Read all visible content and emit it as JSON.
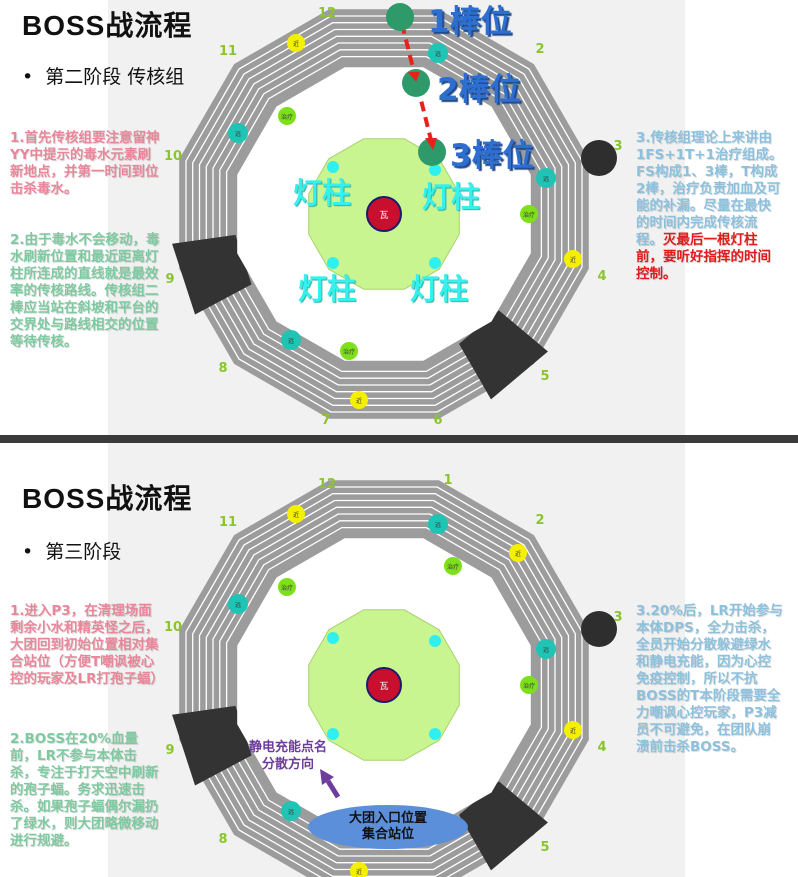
{
  "slide1": {
    "title": "BOSS战流程",
    "bullet": "第二阶段 传核组",
    "note1": "1.首先传核组要注意留神YY中提示的毒水元素刷新地点，并第一时间到位击杀毒水。",
    "note2": "2.由于毒水不会移动，毒水刷新位置和最近距离灯柱所连成的直线就是最效率的传核路线。传核组二棒应当站在斜坡和平台的交界处与路线相交的位置等待传核。",
    "note3": "3.传核组理论上来讲由1FS+1T+1治疗组成。FS构成1、3棒，T构成2棒，治疗负责加血及可能的补漏。尽量在最快的时间内完成传核流程。",
    "note3_red": "灭最后一根灯柱前，要听好指挥的时间控制。",
    "positions": [
      "1棒位",
      "2棒位",
      "3棒位"
    ],
    "lamp": "灯柱"
  },
  "slide2": {
    "title": "BOSS战流程",
    "bullet": "第三阶段",
    "note1": "1.进入P3，在清理场面剩余小水和精英怪之后，大团回到初始位置相对集合站位（方便T嘲讽被心控的玩家及LR打孢子蝠）",
    "note2": "2.BOSS在20%血量前，LR不参与本体击杀，专注于打天空中刷新的孢子蝠。务求迅速击杀。如果孢子蝠偶尔漏扔了绿水，则大团略微移动进行规避。",
    "note3": "3.20%后，LR开始参与本体DPS，全力击杀，全员开始分散躲避绿水和静电充能，因为心控免疫控制，所以不抗BOSS的T本阶段需要全力嘲讽心控玩家，P3减员不可避免，在团队崩溃前击杀BOSS。",
    "static_line1": "静电充能点名",
    "static_line2": "分散方向",
    "gather_line1": "大团入口位置",
    "gather_line2": "集合站位"
  },
  "clock": [
    "12",
    "1",
    "2",
    "3",
    "4",
    "5",
    "6",
    "7",
    "8",
    "9",
    "10",
    "11"
  ],
  "markers": {
    "near": "近",
    "far": "远",
    "heal": "治疗",
    "boss": "瓦"
  },
  "colors": {
    "ring": "#9c9c9c",
    "dark": "#333333",
    "inner": "#c8f58f",
    "boss": "#c8102e",
    "near": "#f5f000",
    "far": "#1fc4b4",
    "heal": "#7ee01a",
    "pos": "#2e9a6a",
    "arrow": "#e8221b"
  }
}
